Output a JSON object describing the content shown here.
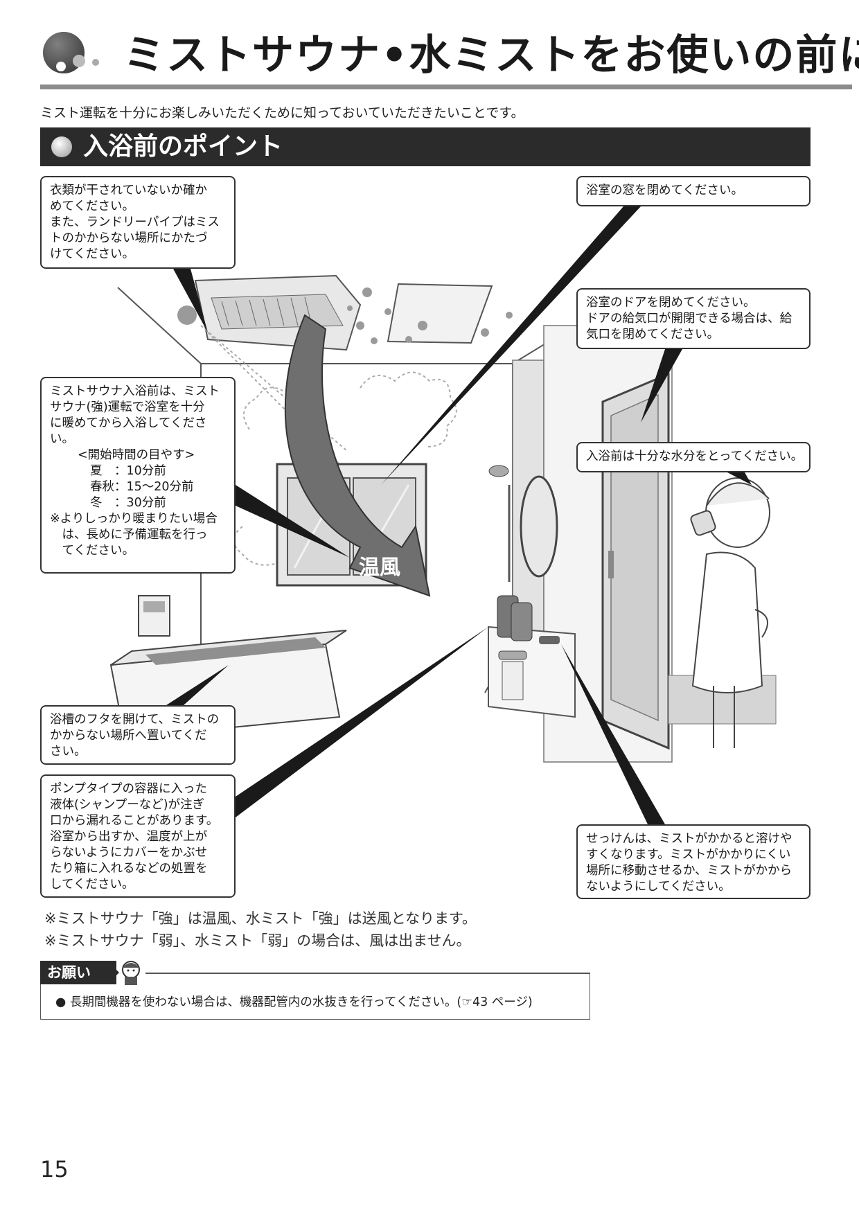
{
  "header": {
    "title": "ミストサウナ•水ミストをお使いの前に",
    "intro": "ミスト運転を十分にお楽しみいただくために知っておいていただきたいことです。"
  },
  "section": {
    "title": "入浴前のポイント"
  },
  "illustration": {
    "warm_air_label": "温風"
  },
  "callouts": {
    "laundry": "衣類が干されていないか確か\nめてください。\nまた、ランドリーパイプはミス\nトのかからない場所にかたづ\nけてください。",
    "window": "浴室の窓を閉めてください。",
    "door": "浴室のドアを閉めてください。\nドアの給気口が開閉できる場合は、給\n気口を閉めてください。",
    "water": "入浴前は十分な水分をとってください。",
    "sauna_intro": "ミストサウナ入浴前は、ミスト\nサウナ(強)運転で浴室を十分\nに暖めてから入浴してくださ\nい。",
    "sauna_schedule_title": "<開始時間の目やす>",
    "sauna_summer": "夏　：10分前",
    "sauna_spring_autumn": "春秋：15〜20分前",
    "sauna_winter": "冬　：30分前",
    "sauna_note": "※よりしっかり暖まりたい場合\n　は、長めに予備運転を行っ\n　てください。",
    "lid": "浴槽のフタを開けて、ミストの\nかからない場所へ置いてくだ\nさい。",
    "pump": "ポンプタイプの容器に入った\n液体(シャンプーなど)が注ぎ\n口から漏れることがあります。\n浴室から出すか、温度が上が\nらないようにカバーをかぶせ\nたり箱に入れるなどの処置を\nしてください。",
    "soap": "せっけんは、ミストがかかると溶けや\nすくなります。ミストがかかりにくい\n場所に移動させるか、ミストがかから\nないようにしてください。"
  },
  "notes": [
    "※ミストサウナ「強」は温風、水ミスト「強」は送風となります。",
    "※ミストサウナ「弱」、水ミスト「弱」の場合は、風は出ません。"
  ],
  "request": {
    "badge": "お願い",
    "text": "● 長期間機器を使わない場合は、機器配管内の水抜きを行ってください。(☞43 ページ)"
  },
  "page_number": "15",
  "colors": {
    "section_bar": "#2b2b2b",
    "title_rule": "#8c8c8c",
    "callout_border": "#333333",
    "warm_air_arrow": "#6f6f6f"
  }
}
